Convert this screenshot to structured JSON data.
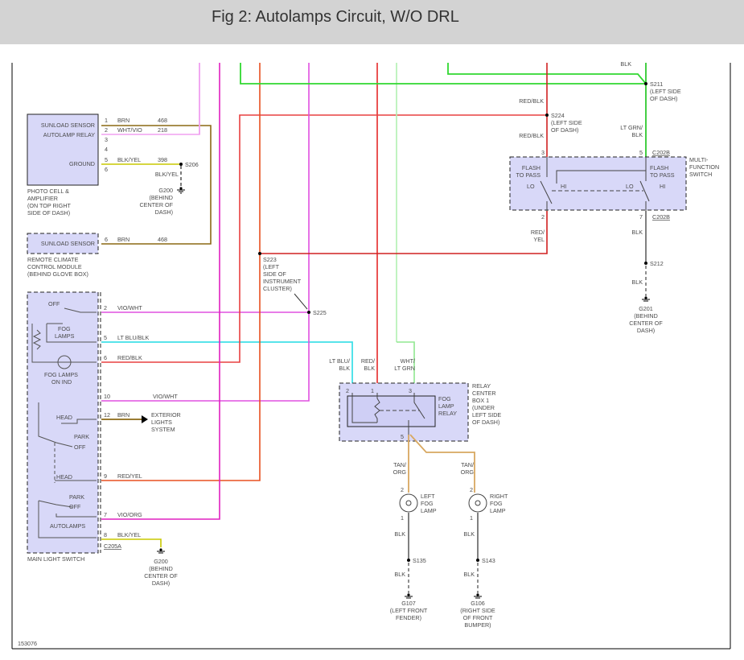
{
  "header": {
    "title": "Fig 2: Autolamps Circuit, W/O DRL"
  },
  "figure_id": "153076",
  "colors": {
    "header_bg": "#d3d3d3",
    "component_fill": "#d8d8f8",
    "brn": "#8b6914",
    "wht_vio": "#f0a0f0",
    "blk_yel": "#c8c800",
    "vio_wht": "#e050e0",
    "lt_blu_blk": "#40e0e8",
    "red_blk": "#e84040",
    "red_yel": "#e85020",
    "vio_org": "#e020c0",
    "wht_lt_grn": "#90e890",
    "lt_grn_blk": "#30c830",
    "tan_org": "#d8a860",
    "red": "#e02020",
    "blk": "#606060"
  },
  "components": {
    "photo_cell": {
      "pins": [
        "SUNLOAD SENSOR",
        "AUTOLAMP RELAY",
        "GROUND"
      ],
      "label": [
        "PHOTO CELL &",
        "AMPLIFIER",
        "(ON TOP RIGHT",
        "SIDE OF DASH)"
      ],
      "wires": [
        {
          "pin": "1",
          "color": "BRN",
          "circuit": "468"
        },
        {
          "pin": "2",
          "color": "WHT/VIO",
          "circuit": "218"
        },
        {
          "pin": "3",
          "color": "",
          "circuit": ""
        },
        {
          "pin": "4",
          "color": "",
          "circuit": ""
        },
        {
          "pin": "5",
          "color": "BLK/YEL",
          "circuit": "398"
        },
        {
          "pin": "6",
          "color": "",
          "circuit": ""
        }
      ]
    },
    "remote_climate": {
      "pin_label": "SUNLOAD SENSOR",
      "label": [
        "REMOTE CLIMATE",
        "CONTROL MODULE",
        "(BEHIND GLOVE BOX)"
      ],
      "wire": {
        "pin": "6",
        "color": "BRN",
        "circuit": "468"
      }
    },
    "main_light_switch": {
      "label": "MAIN LIGHT SWITCH",
      "connector": "C205A",
      "inner": {
        "off": "OFF",
        "fog_lamps": [
          "FOG",
          "LAMPS"
        ],
        "fog_ind": [
          "FOG LAMPS",
          "ON IND"
        ],
        "head1": "HEAD",
        "park1": "PARK",
        "off1": "OFF",
        "head2": "HEAD",
        "park2": "PARK",
        "off2": "OFF",
        "autolamps": "AUTOLAMPS"
      },
      "wires": [
        {
          "pin": "2",
          "color": "VIO/WHT"
        },
        {
          "pin": "5",
          "color": "LT BLU/BLK"
        },
        {
          "pin": "6",
          "color": "RED/BLK"
        },
        {
          "pin": "10",
          "color": "VIO/WHT"
        },
        {
          "pin": "12",
          "color": "BRN"
        },
        {
          "pin": "9",
          "color": "RED/YEL"
        },
        {
          "pin": "7",
          "color": "VIO/ORG"
        },
        {
          "pin": "8",
          "color": "BLK/YEL"
        }
      ]
    },
    "exterior_lights": [
      "EXTERIOR",
      "LIGHTS",
      "SYSTEM"
    ],
    "fog_relay": {
      "label": [
        "FOG",
        "LAMP",
        "RELAY"
      ],
      "location": [
        "RELAY",
        "CENTER",
        "BOX 1",
        "(UNDER",
        "LEFT SIDE",
        "OF DASH)"
      ],
      "pins": [
        "2",
        "1",
        "3",
        "5"
      ],
      "wire_labels": [
        [
          "LT BLU/",
          "BLK"
        ],
        [
          "RED/",
          "BLK"
        ],
        [
          "WHT/",
          "LT GRN"
        ]
      ]
    },
    "multi_function_switch": {
      "label": [
        "MULTI-",
        "FUNCTION",
        "SWITCH"
      ],
      "connector": "C202B",
      "flash_to_pass": [
        "FLASH",
        "TO PASS"
      ],
      "lo": "LO",
      "hi": "HI",
      "pins": [
        "3",
        "5",
        "2",
        "7"
      ]
    },
    "left_fog_lamp": {
      "label": [
        "LEFT",
        "FOG",
        "LAMP"
      ],
      "pins": [
        "2",
        "1"
      ]
    },
    "right_fog_lamp": {
      "label": [
        "RIGHT",
        "FOG",
        "LAMP"
      ],
      "pins": [
        "2",
        "1"
      ]
    }
  },
  "splices": {
    "s206": "S206",
    "s211": [
      "S211",
      "(LEFT SIDE",
      "OF DASH)"
    ],
    "s224": [
      "S224",
      "(LEFT SIDE",
      "OF DASH)"
    ],
    "s223": [
      "S223",
      "(LEFT",
      "SIDE OF",
      "INSTRUMENT",
      "CLUSTER)"
    ],
    "s225": "S225",
    "s212": "S212",
    "s135": "S135",
    "s143": "S143"
  },
  "grounds": {
    "g200_top": [
      "G200",
      "(BEHIND",
      "CENTER OF",
      "DASH)"
    ],
    "g200_bottom": [
      "G200",
      "(BEHIND",
      "CENTER OF",
      "DASH)"
    ],
    "g201": [
      "G201",
      "(BEHIND",
      "CENTER OF",
      "DASH)"
    ],
    "g107": [
      "G107",
      "(LEFT FRONT",
      "FENDER)"
    ],
    "g106": [
      "G106",
      "(RIGHT SIDE",
      "OF FRONT",
      "BUMPER)"
    ]
  },
  "wire_labels": {
    "blk": "BLK",
    "blk_yel": "BLK/YEL",
    "red_blk": "RED/BLK",
    "lt_grn_blk": [
      "LT GRN/",
      "BLK"
    ],
    "red_yel": [
      "RED/",
      "YEL"
    ],
    "tan_org": [
      "TAN/",
      "ORG"
    ]
  }
}
